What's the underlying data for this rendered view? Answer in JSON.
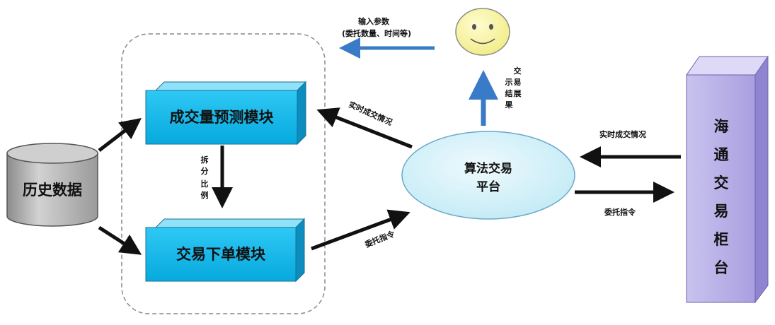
{
  "diagram": {
    "history_data": "历史数据",
    "predict_module": "成交量预测模块",
    "order_module": "交易下单模块",
    "platform_line1": "算法交易",
    "platform_line2": "平台",
    "counter_chars": [
      "海",
      "通",
      "交",
      "易",
      "柜",
      "台"
    ],
    "input_params_line1": "输入参数",
    "input_params_line2": "(委托数量、时间等)",
    "display_result_chars": [
      "交",
      "易",
      "展",
      "示",
      "结",
      "果"
    ],
    "realtime_fill_a": "实时成交情况",
    "realtime_fill_b": "实时成交情况",
    "order_command_a": "委托指令",
    "order_command_b": "委托指令",
    "split_result_chars": [
      "拆",
      "分",
      "比",
      "例"
    ]
  }
}
